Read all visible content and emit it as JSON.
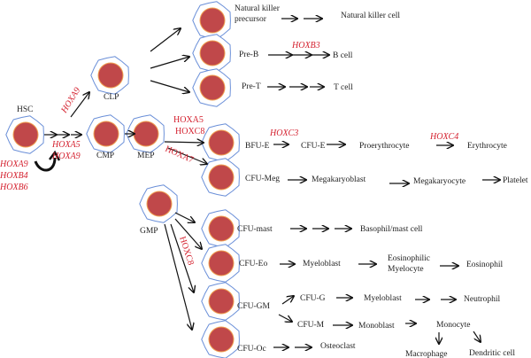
{
  "colors": {
    "nucleus": "#c0484a",
    "nucleus_rim": "#f0a050",
    "membrane": "#6a8fd8",
    "hox_text": "#d4202e",
    "label_text": "#222222",
    "arrow": "#111111"
  },
  "cells": [
    {
      "id": "hsc",
      "label": "HSC"
    },
    {
      "id": "clp",
      "label": "CLP"
    },
    {
      "id": "cmp",
      "label": "CMP"
    },
    {
      "id": "mep",
      "label": "MEP"
    },
    {
      "id": "gmp",
      "label": "GMP"
    },
    {
      "id": "nkp",
      "label": "Natural killer\nprecursor"
    },
    {
      "id": "preb",
      "label": "Pre-B"
    },
    {
      "id": "pret",
      "label": "Pre-T"
    },
    {
      "id": "bfue",
      "label": "BFU-E"
    },
    {
      "id": "cfumeg",
      "label": "CFU-Meg"
    },
    {
      "id": "cfumast",
      "label": "CFU-mast"
    },
    {
      "id": "cfueo",
      "label": "CFU-Eo"
    },
    {
      "id": "cfugm",
      "label": "CFU-GM"
    },
    {
      "id": "cfuoc",
      "label": "CFU-Oc"
    }
  ],
  "labels": {
    "nk_precursor_1": "Natural killer",
    "nk_precursor_2": "precursor",
    "nk_cell": "Natural killer cell",
    "pre_b": "Pre-B",
    "b_cell": "B cell",
    "pre_t": "Pre-T",
    "t_cell": "T cell",
    "hsc": "HSC",
    "clp": "CLP",
    "cmp": "CMP",
    "mep": "MEP",
    "gmp": "GMP",
    "bfu_e": "BFU-E",
    "cfu_e": "CFU-E",
    "proerythrocyte": "Proerythrocyte",
    "erythrocyte": "Erythrocyte",
    "cfu_meg": "CFU-Meg",
    "megakaryoblast": "Megakaryoblast",
    "megakaryocyte": "Megakaryocyte",
    "platelet": "Platelet",
    "cfu_mast": "CFU-mast",
    "basophil": "Basophil/mast cell",
    "cfu_eo": "CFU-Eo",
    "myeloblast_eo": "Myeloblast",
    "eos_myelocyte_1": "Eosinophilic",
    "eos_myelocyte_2": "Myelocyte",
    "eosinophil": "Eosinophil",
    "cfu_gm": "CFU-GM",
    "cfu_g": "CFU-G",
    "myeloblast_g": "Myeloblast",
    "neutrophil": "Neutrophil",
    "cfu_m": "CFU-M",
    "monoblast": "Monoblast",
    "monocyte": "Monocyte",
    "macrophage": "Macrophage",
    "dendritic": "Dendritic cell",
    "cfu_oc": "CFU-Oc",
    "osteoclast": "Osteoclast"
  },
  "hox": {
    "hsc_self_1": "HOXA9",
    "hsc_self_2": "HOXB4",
    "hsc_self_3": "HOXB6",
    "hsc_clp": "HOXA9",
    "hsc_cmp_1": "HOXA5",
    "hsc_cmp_2": "HOXA9",
    "mep_bfue_1": "HOXA5",
    "mep_bfue_2": "HOXC8",
    "mep_cfumeg": "HOXA7",
    "preb_bcell": "HOXB3",
    "bfue_cfue": "HOXC3",
    "proery_ery": "HOXC4",
    "gmp_cfueo": "HOXC8"
  }
}
